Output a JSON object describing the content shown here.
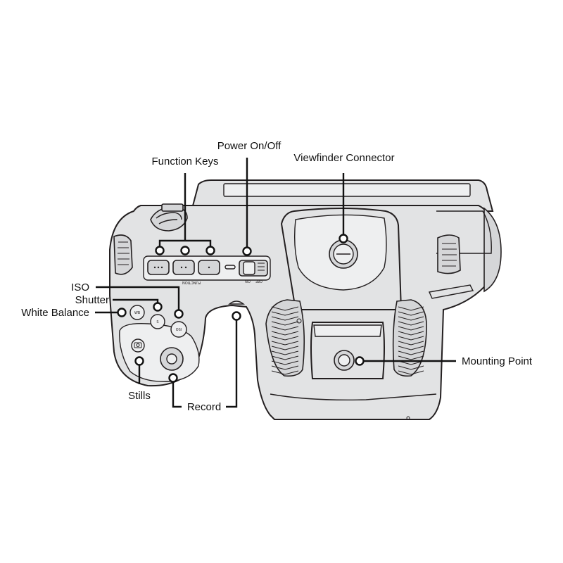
{
  "callouts": {
    "power": "Power On/Off",
    "function_keys": "Function Keys",
    "viewfinder": "Viewfinder Connector",
    "iso": "ISO",
    "shutter": "Shutter",
    "white_balance": "White Balance",
    "mounting_point": "Mounting Point",
    "stills": "Stills",
    "record": "Record"
  },
  "camera_labels": {
    "function_panel": "FUNCTION",
    "switch_off": "OFF",
    "switch_on": "ON",
    "wb_button": "WB",
    "s_button": "S",
    "iso_button": "ISO"
  },
  "colors": {
    "body": "#e2e3e4",
    "outline": "#231f20",
    "leader": "#111111"
  }
}
